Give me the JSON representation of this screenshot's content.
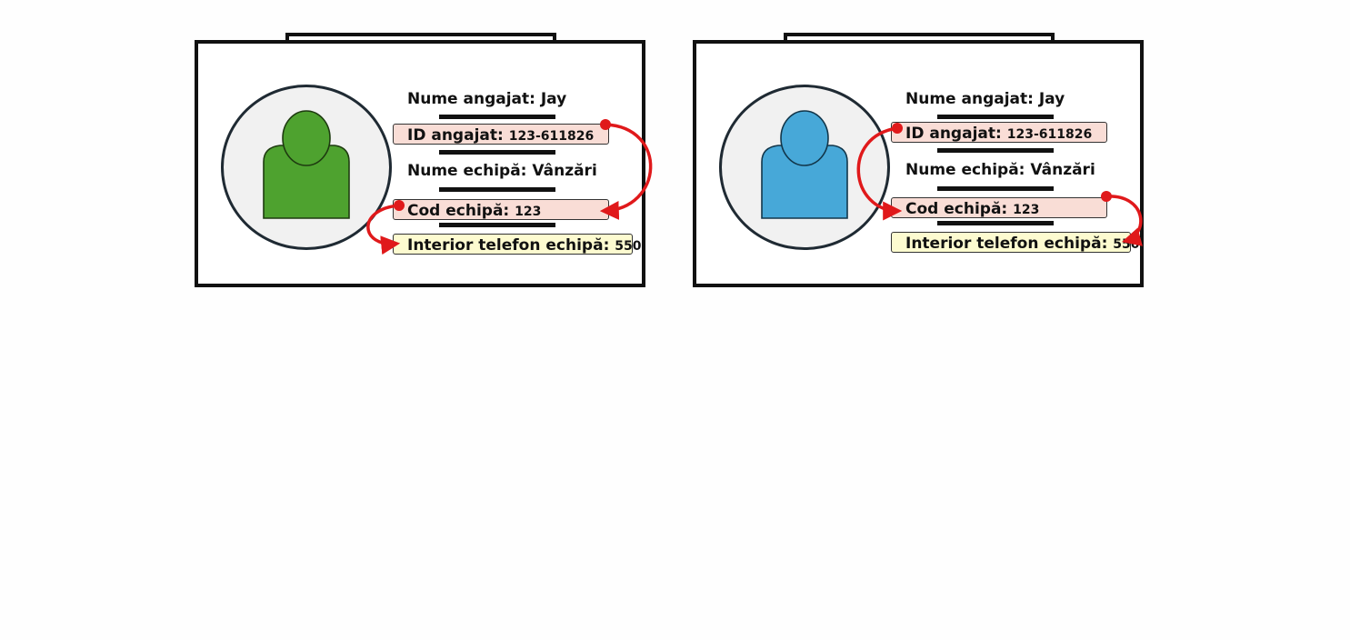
{
  "cards": [
    {
      "id": "left",
      "avatar_color": "#4ea22f",
      "fields": {
        "name": {
          "label": "Nume angajat:",
          "value": "Jay"
        },
        "id": {
          "label": "ID angajat:",
          "value": "123-611826"
        },
        "team": {
          "label": "Nume echipă:",
          "value": "Vânzări"
        },
        "code": {
          "label": "Cod echipă:",
          "value": "123"
        },
        "phone": {
          "label": "Interior telefon echipă:",
          "value": "550"
        }
      }
    },
    {
      "id": "right",
      "avatar_color": "#47a8d8",
      "fields": {
        "name": {
          "label": "Nume angajat:",
          "value": "Jay"
        },
        "id": {
          "label": "ID angajat:",
          "value": "123-611826"
        },
        "team": {
          "label": "Nume echipă:",
          "value": "Vânzări"
        },
        "code": {
          "label": "Cod echipă:",
          "value": "123"
        },
        "phone": {
          "label": "Interior telefon echipă:",
          "value": "550"
        }
      }
    }
  ],
  "colors": {
    "arrow": "#e0191b",
    "highlight_pink": "#f9ddd6",
    "highlight_yellow": "#fdfbd0"
  }
}
